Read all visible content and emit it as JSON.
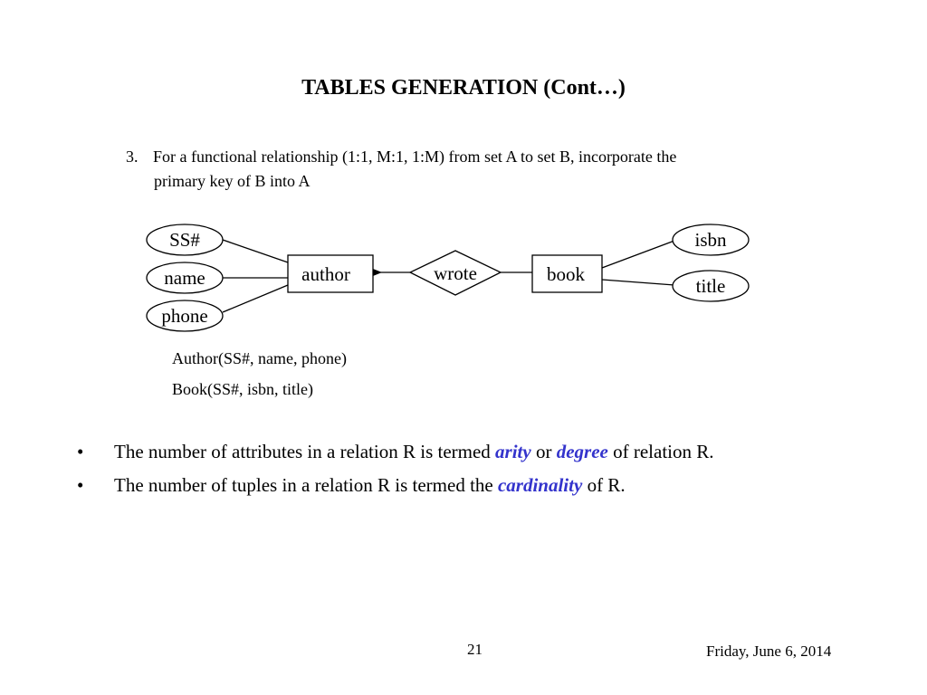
{
  "title": "TABLES GENERATION (Cont…)",
  "step": {
    "number": "3.",
    "line1": "For a functional relationship (1:1, M:1, 1:M) from set A to set B, incorporate the",
    "line2": "primary key of B into A"
  },
  "diagram": {
    "author_attributes": [
      "SS#",
      "name",
      "phone"
    ],
    "entity_author": "author",
    "relationship": "wrote",
    "entity_book": "book",
    "book_attributes": [
      "isbn",
      "title"
    ]
  },
  "schema": [
    "Author(SS#, name, phone)",
    "Book(SS#, isbn, title)"
  ],
  "bullets": [
    {
      "before": "The number of attributes in a relation R is termed ",
      "kw1": "arity",
      "mid": " or ",
      "kw2": "degree",
      "after": " of relation R."
    },
    {
      "before": "The number of tuples in a relation R is termed the ",
      "kw1": "cardinality",
      "after": " of R."
    }
  ],
  "footer": {
    "page": "21",
    "date": "Friday, June 6, 2014"
  },
  "colors": {
    "keyword": "#3333cc"
  }
}
